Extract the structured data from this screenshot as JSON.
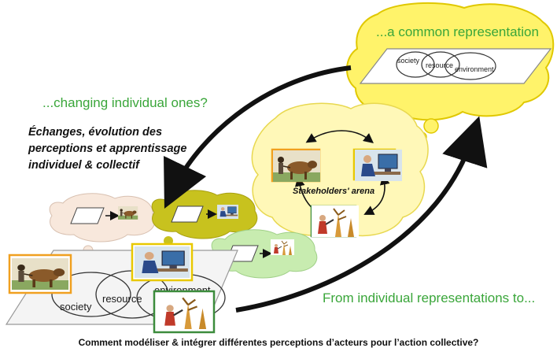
{
  "labels": {
    "common_representation": "...a common representation",
    "changing_individual": "...changing individual ones?",
    "from_individual": "From individual representations to...",
    "stakeholders_arena": "Stakeholders' arena",
    "society": "society",
    "resource": "resource",
    "environment": "environment",
    "society_small": "society",
    "resource_small": "resource",
    "environment_small": "environment"
  },
  "intro_lines": [
    "Échanges, évolution des",
    "perceptions et apprentissage",
    "individuel & collectif"
  ],
  "caption": "Comment modéliser & intégrer différentes perceptions d’acteurs pour l’action collective?",
  "colors": {
    "cloud_yellow": "#fff36a",
    "cloud_light": "#fff8b8",
    "cloud_olive": "#c8c21e",
    "cloud_pink": "#f8e8dc",
    "cloud_green": "#c8ecb0",
    "label_green": "#3aa63a",
    "frame_orange": "#f0a020",
    "frame_green": "#3c8c3c",
    "frame_yellow": "#e8c800"
  },
  "icons": [
    "cattle-herder-icon",
    "office-worker-icon",
    "tree-cutter-icon"
  ]
}
